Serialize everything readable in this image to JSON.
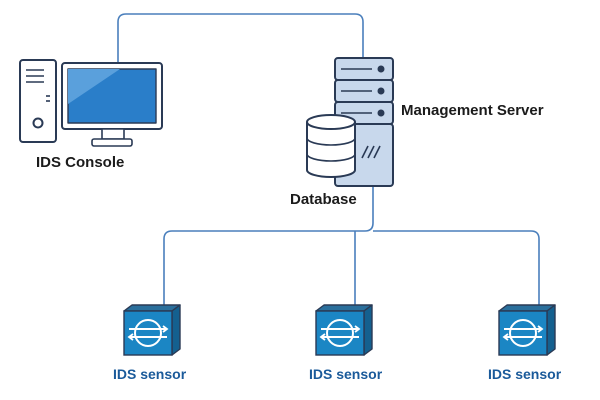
{
  "diagram": {
    "console_label": "IDS Console",
    "server_label": "Management Server",
    "database_label": "Database",
    "sensors": [
      {
        "label": "IDS sensor"
      },
      {
        "label": "IDS sensor"
      },
      {
        "label": "IDS sensor"
      }
    ]
  },
  "colors": {
    "connector_line": "#4a7fbc",
    "device_outline": "#2a3a55",
    "device_fill": "#c8d8ec",
    "screen_fill": "#2a7ec9",
    "sensor_front": "#1b86c4",
    "sensor_top": "#2a6f9c",
    "sensor_label": "#1a5a9a"
  },
  "icons": [
    "desktop-computer-icon",
    "server-rack-icon",
    "database-cylinder-icon",
    "ids-sensor-icon"
  ]
}
